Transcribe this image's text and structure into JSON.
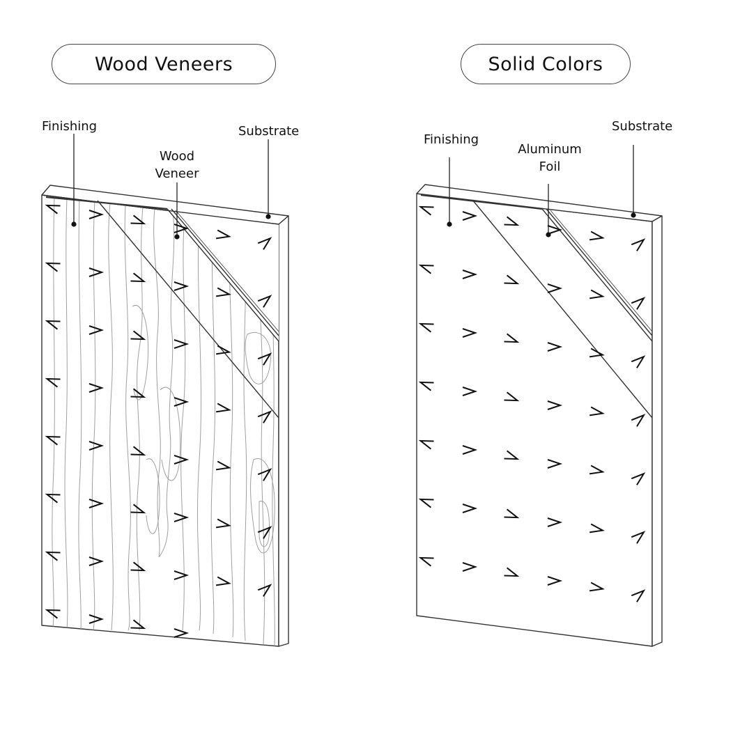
{
  "panels": [
    {
      "title": "Wood Veneers",
      "labels": {
        "finishing": "Finishing",
        "middle_line1": "Wood",
        "middle_line2": "Veneer",
        "substrate": "Substrate"
      }
    },
    {
      "title": "Solid Colors",
      "labels": {
        "finishing": "Finishing",
        "middle_line1": "Aluminum",
        "middle_line2": "Foil",
        "substrate": "Substrate"
      }
    }
  ],
  "icons": {
    "mark": "v-glyph-mark",
    "pointer": "callout-dot"
  },
  "colors": {
    "line": "#333333",
    "grain": "#9a9a9a",
    "pill_border": "#444444"
  }
}
